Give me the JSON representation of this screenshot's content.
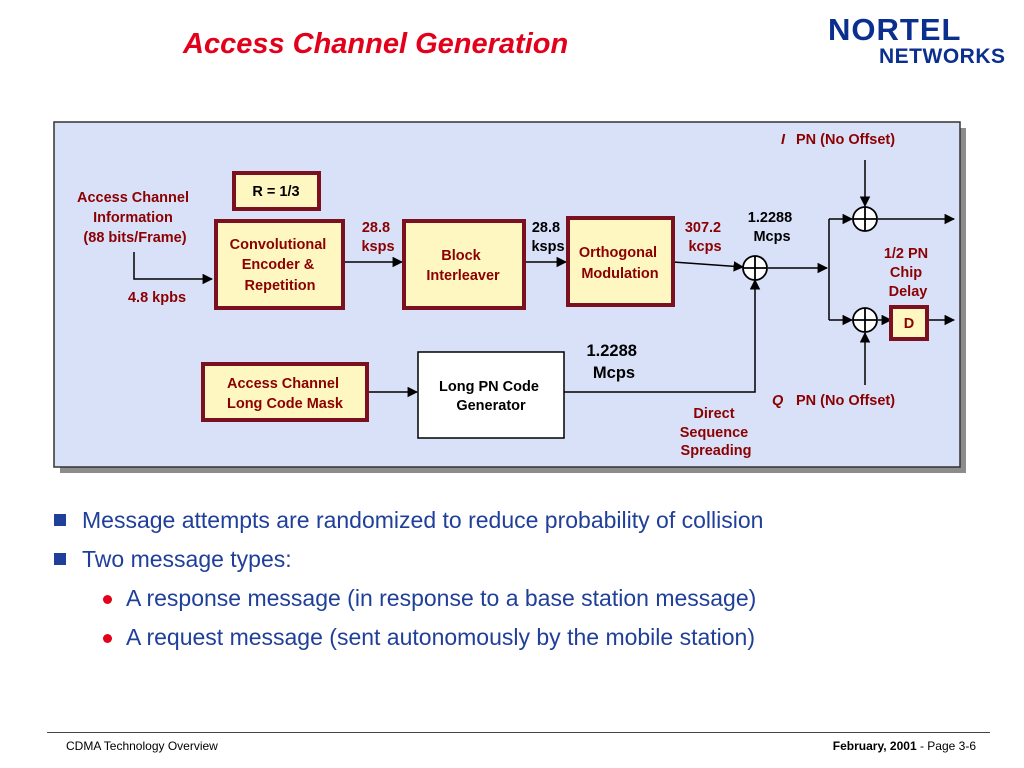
{
  "slide": {
    "title": "Access Channel Generation",
    "logo": {
      "line1": "NORTEL",
      "line2": "NETWORKS"
    }
  },
  "diagram": {
    "input_label": [
      "Access Channel",
      "Information",
      "(88 bits/Frame)"
    ],
    "input_rate": "4.8 kpbs",
    "code_rate": "R = 1/3",
    "blocks": {
      "encoder": [
        "Convolutional",
        "Encoder &",
        "Repetition"
      ],
      "interleaver": [
        "Block",
        "Interleaver"
      ],
      "modulation": [
        "Orthogonal",
        "Modulation"
      ],
      "mask": [
        "Access Channel",
        "Long Code Mask"
      ],
      "long_pn": [
        "Long PN Code",
        "Generator"
      ],
      "delay": "D"
    },
    "rates": {
      "encoder_out": [
        "28.8",
        "ksps"
      ],
      "interleaver_out": [
        "28.8",
        "ksps"
      ],
      "modulation_out": [
        "307.2",
        "kcps"
      ],
      "spread_out": [
        "1.2288",
        "Mcps"
      ],
      "long_pn_out": [
        "1.2288",
        "Mcps"
      ]
    },
    "i_pn": {
      "letter": "I",
      "text": "PN (No Offset)"
    },
    "q_pn": {
      "letter": "Q",
      "text": "PN (No Offset)"
    },
    "half_chip_delay": [
      "1/2 PN",
      "Chip",
      "Delay"
    ],
    "dss_label": [
      "Direct",
      "Sequence",
      "Spreading"
    ]
  },
  "bullets": [
    {
      "level": 1,
      "text": "Message attempts are randomized to reduce probability of collision"
    },
    {
      "level": 1,
      "text": "Two message types:"
    },
    {
      "level": 2,
      "text": "A response message (in response to a base station message)"
    },
    {
      "level": 2,
      "text": "A request message (sent autonomously by the mobile station)"
    }
  ],
  "footer": {
    "left": "CDMA Technology Overview",
    "date": "February, 2001",
    "separator": " - ",
    "page": "Page 3-6"
  }
}
